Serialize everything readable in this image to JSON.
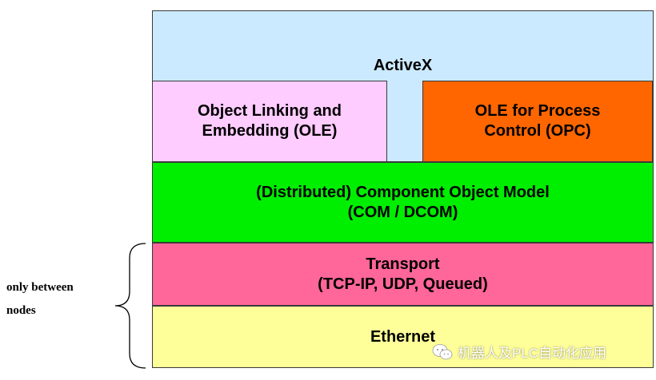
{
  "colors": {
    "activex": "#cceaff",
    "ole": "#ffccff",
    "opc": "#ff6600",
    "com": "#00ee00",
    "transport": "#ff6699",
    "ethernet": "#ffff99"
  },
  "layers": {
    "activex": "ActiveX",
    "ole": "Object Linking and\nEmbedding (OLE)",
    "opc": "OLE for Process\nControl (OPC)",
    "com": "(Distributed) Component Object Model\n(COM / DCOM)",
    "transport": "Transport\n(TCP-IP, UDP, Queued)",
    "ethernet": "Ethernet"
  },
  "annotation": {
    "label": "only between\nnodes"
  },
  "watermark": {
    "icon": "wechat-icon",
    "text": "机器人及PLC自动化应用"
  }
}
